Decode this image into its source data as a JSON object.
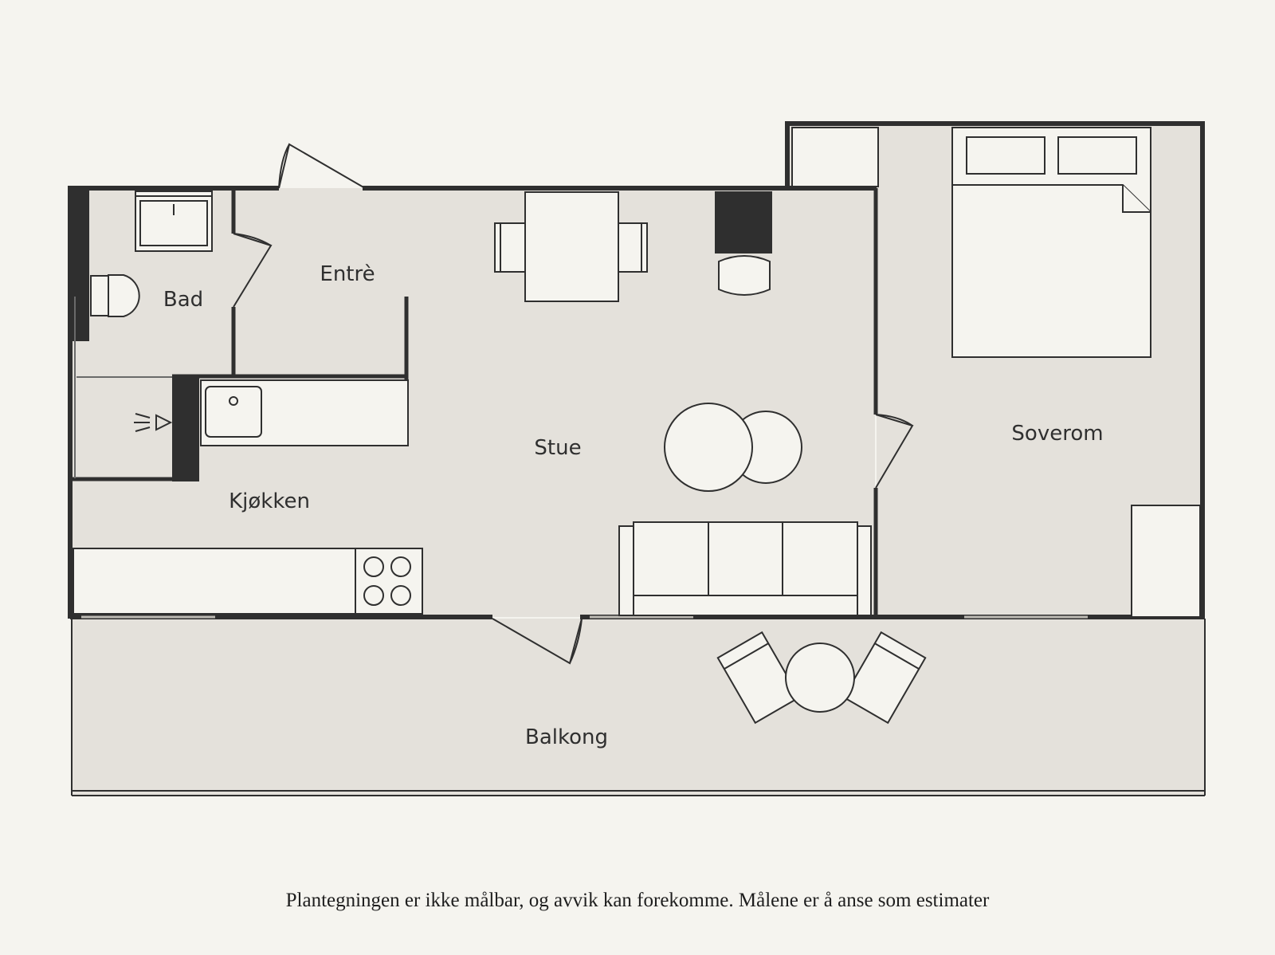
{
  "rooms": {
    "bad": "Bad",
    "entre": "Entrè",
    "stue": "Stue",
    "kjokken": "Kjøkken",
    "soverom": "Soverom",
    "balkong": "Balkong"
  },
  "disclaimer": "Plantegningen er ikke målbar, og avvik kan forekomme. Målene er å anse som estimater",
  "colors": {
    "background": "#f5f4ef",
    "floor": "#e4e1db",
    "wall": "#2f2f2f",
    "furniture": "#f5f4ef"
  }
}
